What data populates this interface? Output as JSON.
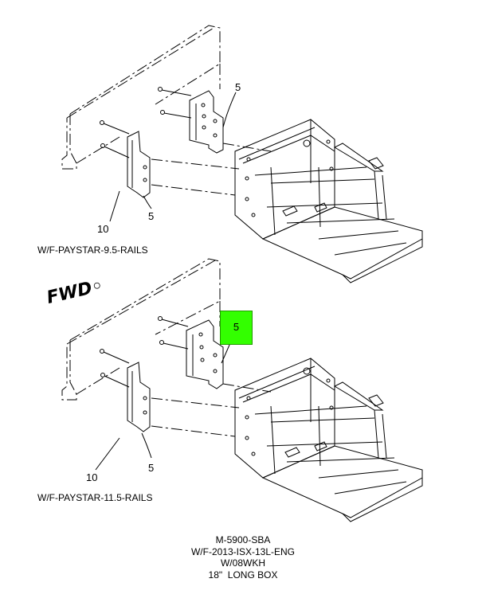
{
  "diagram": {
    "top_view": {
      "caption": "W/F-PAYSTAR-9.5-RAILS",
      "callouts": [
        "5",
        "10",
        "5"
      ]
    },
    "bottom_view": {
      "caption": "W/F-PAYSTAR-11.5-RAILS",
      "callouts": [
        "5",
        "10",
        "5"
      ],
      "highlighted_callout": "5",
      "highlight_color": "#33ff00"
    },
    "direction_label": "FWD",
    "notes": [
      "M-5900-SBA",
      "W/F-2013-ISX-13L-ENG",
      "W/08WKH",
      "18\"  LONG BOX"
    ]
  }
}
